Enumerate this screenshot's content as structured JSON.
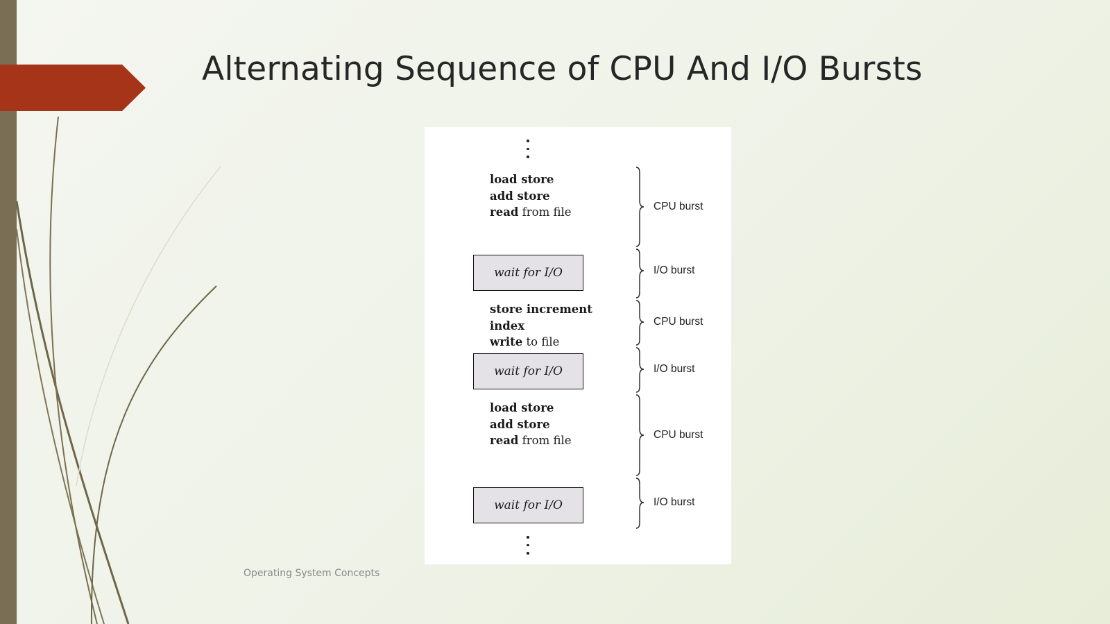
{
  "slide": {
    "title": "Alternating Sequence of CPU And I/O Bursts",
    "footer": "Operating System Concepts"
  },
  "diagram": {
    "cpu_blocks": [
      {
        "lines": [
          {
            "bold": "load store"
          },
          {
            "bold": "add store"
          },
          {
            "bold": "read",
            "plain": "from file"
          }
        ]
      },
      {
        "lines": [
          {
            "bold": "store increment"
          },
          {
            "bold": "index"
          },
          {
            "bold": "write",
            "plain": "to file"
          }
        ]
      },
      {
        "lines": [
          {
            "bold": "load store"
          },
          {
            "bold": "add store"
          },
          {
            "bold": "read",
            "plain": "from file"
          }
        ]
      }
    ],
    "io_boxes": [
      "wait for I/O",
      "wait for I/O",
      "wait for I/O"
    ],
    "bursts": [
      "CPU burst",
      "I/O burst",
      "CPU burst",
      "I/O burst",
      "CPU burst",
      "I/O burst"
    ]
  },
  "colors": {
    "accent_arrow": "#a63418",
    "left_bar": "#7a6e55",
    "io_box_fill": "#e4e2e6"
  }
}
